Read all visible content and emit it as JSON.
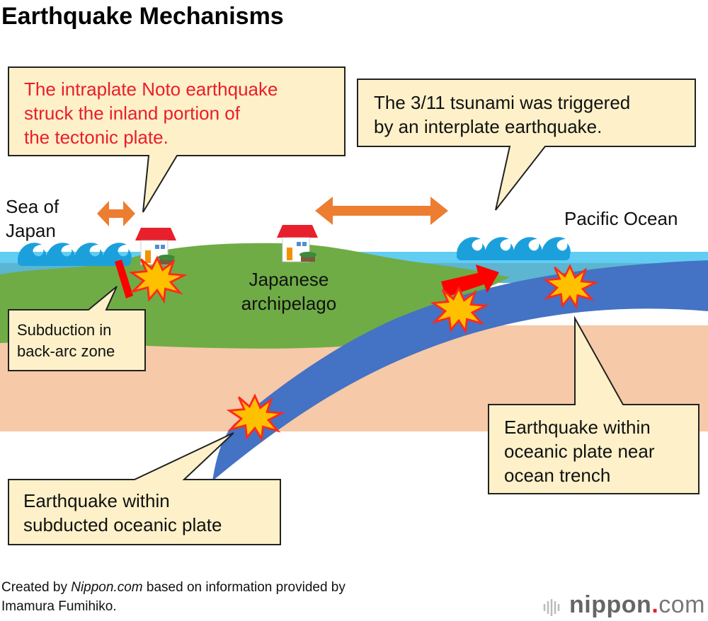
{
  "title": "Earthquake Mechanisms",
  "labels": {
    "sea_of_japan_line1": "Sea of",
    "sea_of_japan_line2": "Japan",
    "pacific_ocean": "Pacific Ocean",
    "archipelago_line1": "Japanese",
    "archipelago_line2": "archipelago"
  },
  "callouts": {
    "noto": [
      "The intraplate Noto earthquake",
      "struck the inland portion of",
      "the tectonic plate."
    ],
    "tsunami": [
      "The 3/11 tsunami was triggered",
      "by an interplate earthquake."
    ],
    "backarc": [
      "Subduction in",
      "back-arc zone"
    ],
    "subducted": [
      "Earthquake within",
      "subducted oceanic plate"
    ],
    "trench": [
      "Earthquake within",
      "oceanic plate near",
      "ocean trench"
    ]
  },
  "footer": {
    "prefix": "Created by ",
    "source": "Nippon.com",
    "suffix": " based on information provided by",
    "line2": "Imamura Fumihiko."
  },
  "logo": {
    "name": "nippon",
    "dot": ".",
    "tld": "com"
  },
  "colors": {
    "callout_fill": "#fef1c9",
    "noto_text": "#ea1d2c",
    "land": "#6fac46",
    "mantle": "#f6c9a8",
    "plate": "#4472c4",
    "sea": "#62cdf3",
    "arrow": "#ed7d31"
  }
}
